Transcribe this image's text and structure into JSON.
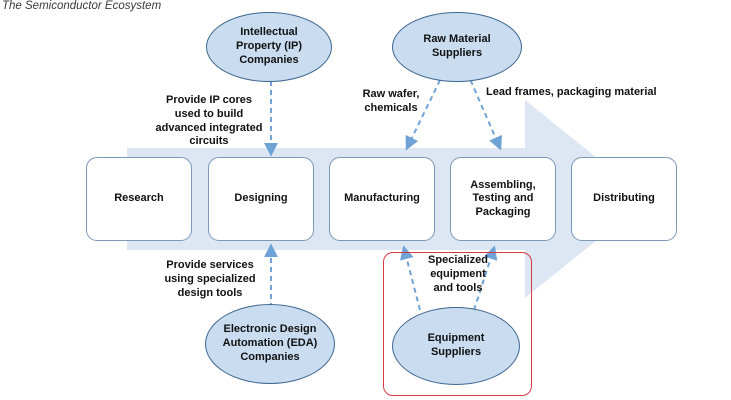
{
  "title": "The Semiconductor Ecosystem",
  "stages": [
    {
      "id": "research",
      "label": "Research"
    },
    {
      "id": "designing",
      "label": "Designing"
    },
    {
      "id": "manufacturing",
      "label": "Manufacturing"
    },
    {
      "id": "assembling",
      "label": "Assembling,\nTesting and\nPackaging"
    },
    {
      "id": "distributing",
      "label": "Distributing"
    }
  ],
  "ovals": {
    "ip": "Intellectual\nProperty (IP)\nCompanies",
    "raw": "Raw Material\nSuppliers",
    "eda": "Electronic Design\nAutomation (EDA)\nCompanies",
    "equipment": "Equipment\nSuppliers"
  },
  "notes": {
    "ip": "Provide IP cores\nused to build\nadvanced integrated\ncircuits",
    "raw_wafer": "Raw wafer,\nchemicals",
    "lead_frames": "Lead frames, packaging material",
    "eda": "Provide services\nusing specialized\ndesign tools",
    "equipment": "Specialized\nequipment\nand tools"
  },
  "colors": {
    "oval_fill": "#c9dcf0",
    "flow_arrow": "#dce7f3",
    "dashed_arrow": "#6fa3d6",
    "highlight": "#d83a44"
  }
}
